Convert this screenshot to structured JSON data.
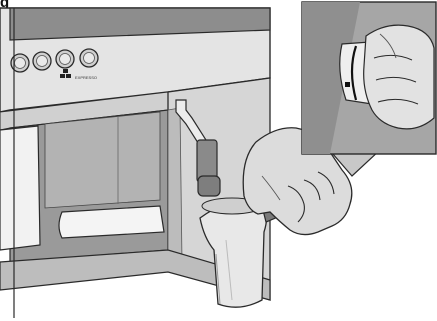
{
  "figure": {
    "label": "g",
    "panel_label": "EXPRESSO"
  },
  "colors": {
    "machine_light": "#e6e6e6",
    "machine_mid": "#bdbdbd",
    "machine_dark": "#8e8e8e",
    "outline": "#2a2a2a",
    "skin": "#d9d9d9",
    "inset_bg": "#a9a9a9"
  },
  "icons": [
    "coffee-machine-illustration",
    "frothing-jug-illustration",
    "hand-illustration",
    "steam-wand-illustration",
    "knob-turn-detail-illustration"
  ]
}
